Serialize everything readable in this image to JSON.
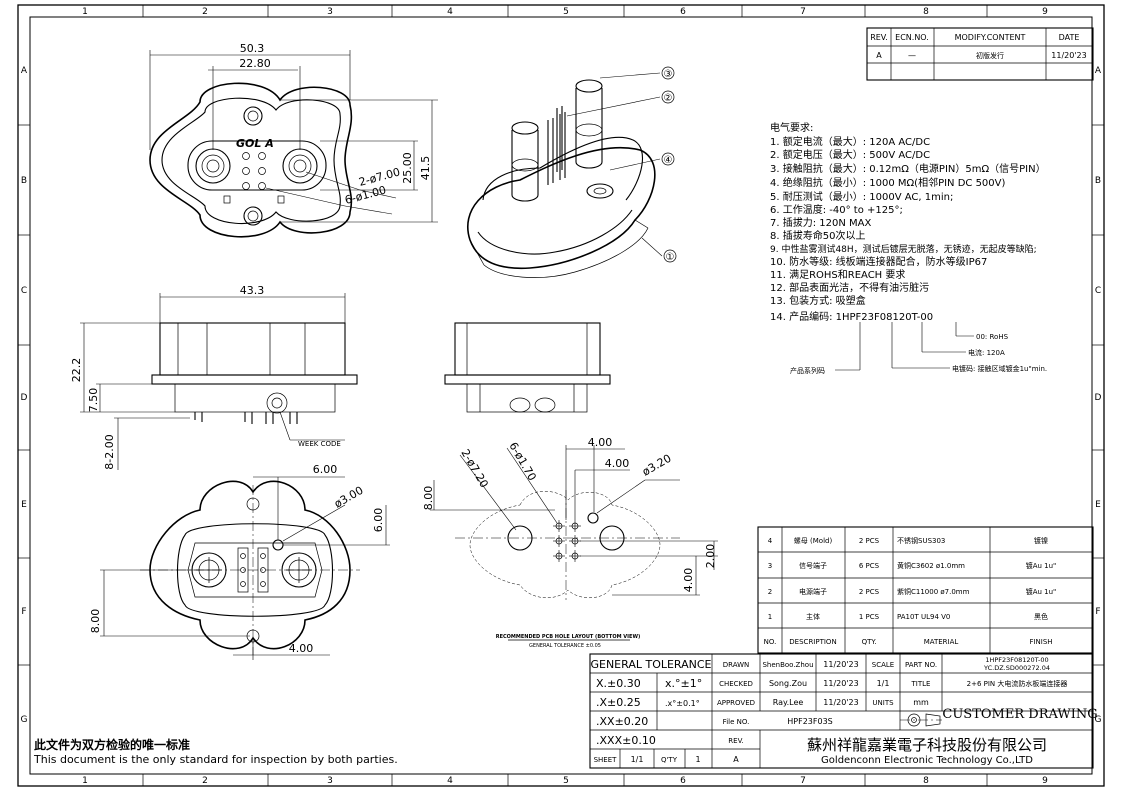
{
  "frame": {
    "col_numbers": [
      "1",
      "2",
      "3",
      "4",
      "5",
      "6",
      "7",
      "8",
      "9"
    ],
    "row_letters": [
      "A",
      "B",
      "C",
      "D",
      "E",
      "F",
      "G"
    ]
  },
  "revision_table": {
    "headers": [
      "REV.",
      "ECN.NO.",
      "MODIFY.CONTENT",
      "DATE"
    ],
    "rows": [
      [
        "A",
        "—",
        "初版发行",
        "11/20'23"
      ]
    ]
  },
  "front_view": {
    "dims": {
      "width_outer": "50.3",
      "width_inner": "22.80",
      "height_inner": "25.00",
      "height_outer": "41.5",
      "power_pin": "2-ø7.00",
      "signal_pin": "6-ø1.00"
    },
    "logo": "GOL A"
  },
  "iso_callouts": [
    "③",
    "②",
    "④",
    "①"
  ],
  "electrical": {
    "heading": "电气要求:",
    "items": [
      "1. 额定电流（最大）:  120A AC/DC",
      "2. 额定电压（最大）:  500V AC/DC",
      "3. 接触阻抗（最大）:  0.12mΩ（电源PIN）5mΩ（信号PIN）",
      "4. 绝缘阻抗（最小）:  1000 MΩ(相邻PIN DC 500V)",
      "5. 耐压测试（最小）:  1000V AC, 1min;",
      "6. 工作温度: -40° to +125°;",
      "7. 插拔力: 120N MAX",
      "8. 插拔寿命50次以上",
      "9. 中性盐雾测试48H，测试后镀层无脱落，无锈迹，无起皮等缺陷;",
      "10. 防水等级: 线板端连接器配合，防水等级IP67",
      "11. 满足ROHS和REACH 要求",
      "12. 部品表面光洁，不得有油污脏污",
      "13. 包装方式: 吸塑盒",
      "14. 产品编码: 1HPF23F08120T-00"
    ],
    "code_notes": {
      "n1": "00: RoHS",
      "n2": "电流: 120A",
      "n3": "电镀码: 接触区域镀金1u\"min.",
      "series": "产品系列码"
    }
  },
  "side_view": {
    "dims": {
      "width": "43.3",
      "height": "22.2",
      "pin_len": "7.50",
      "pcb_pins": "8-2.00"
    },
    "label": "WEEK CODE"
  },
  "pcb_layout": {
    "dims": {
      "power_hole": "2-ø7.20",
      "signal_hole": "6-ø1.70",
      "pitch_a": "4.00",
      "pitch_b": "4.00",
      "tool_hole": "ø3.20",
      "offset": "8.00",
      "row_pitch": "2.00",
      "col_offset": "4.00"
    },
    "caption1": "RECOMMENDED PCB HOLE LAYOUT (BOTTOM VIEW)",
    "caption2": "GENERAL TOLERANCE ±0.05"
  },
  "bottom_view": {
    "dims": {
      "top": "6.00",
      "hole": "ø3.00",
      "right": "6.00",
      "left": "8.00",
      "bottom": "4.00"
    }
  },
  "bom": {
    "headers": [
      "NO.",
      "DESCRIPTION",
      "QTY.",
      "MATERIAL",
      "FINISH"
    ],
    "rows": [
      [
        "4",
        "螺母 (Mold)",
        "2 PCS",
        "不锈钢SUS303",
        "镀镍"
      ],
      [
        "3",
        "信号端子",
        "6 PCS",
        "黄铜C3602 ø1.0mm",
        "镀Au 1u\""
      ],
      [
        "2",
        "电源端子",
        "2 PCS",
        "紫铜C11000 ø7.0mm",
        "镀Au 1u\""
      ],
      [
        "1",
        "主体",
        "1 PCS",
        "PA10T UL94 V0",
        "黑色"
      ]
    ]
  },
  "title_block": {
    "tol_heading": "GENERAL TOLERANCE",
    "tol_rows": [
      [
        "X.±0.30",
        "x.°±1°"
      ],
      [
        ".X±0.25",
        ".x°±0.1°"
      ],
      [
        ".XX±0.20",
        ""
      ],
      [
        ".XXX±0.10",
        ""
      ]
    ],
    "drawn_label": "DRAWN",
    "drawn_name": "ShenBoo.Zhou",
    "drawn_date": "11/20'23",
    "checked_label": "CHECKED",
    "checked_name": "Song.Zou",
    "checked_date": "11/20'23",
    "approved_label": "APPROVED",
    "approved_name": "Ray.Lee",
    "approved_date": "11/20'23",
    "file_label": "File NO.",
    "file_no": "HPF23F03S",
    "rev_label": "REV.",
    "rev": "A",
    "sheet_label": "SHEET",
    "sheet": "1/1",
    "qty_label": "Q'TY",
    "qty": "1",
    "scale_label": "SCALE",
    "scale": "1/1",
    "part_label": "PART NO.",
    "part_no_1": "1HPF23F08120T-00",
    "part_no_2": "YC.DZ.SD000272.04",
    "title_label": "TITLE",
    "title": "2+6 PIN 大电流防水板端连接器",
    "units_label": "UNITS",
    "units": "mm",
    "customer": "CUSTOMER DRAWING",
    "company_cn": "蘇州祥龍嘉業電子科技股份有限公司",
    "company_en": "Goldenconn Electronic Technology Co.,LTD"
  },
  "footer": {
    "cn": "此文件为双方检验的唯一标准",
    "en": "This document is the only standard for inspection by both parties."
  }
}
